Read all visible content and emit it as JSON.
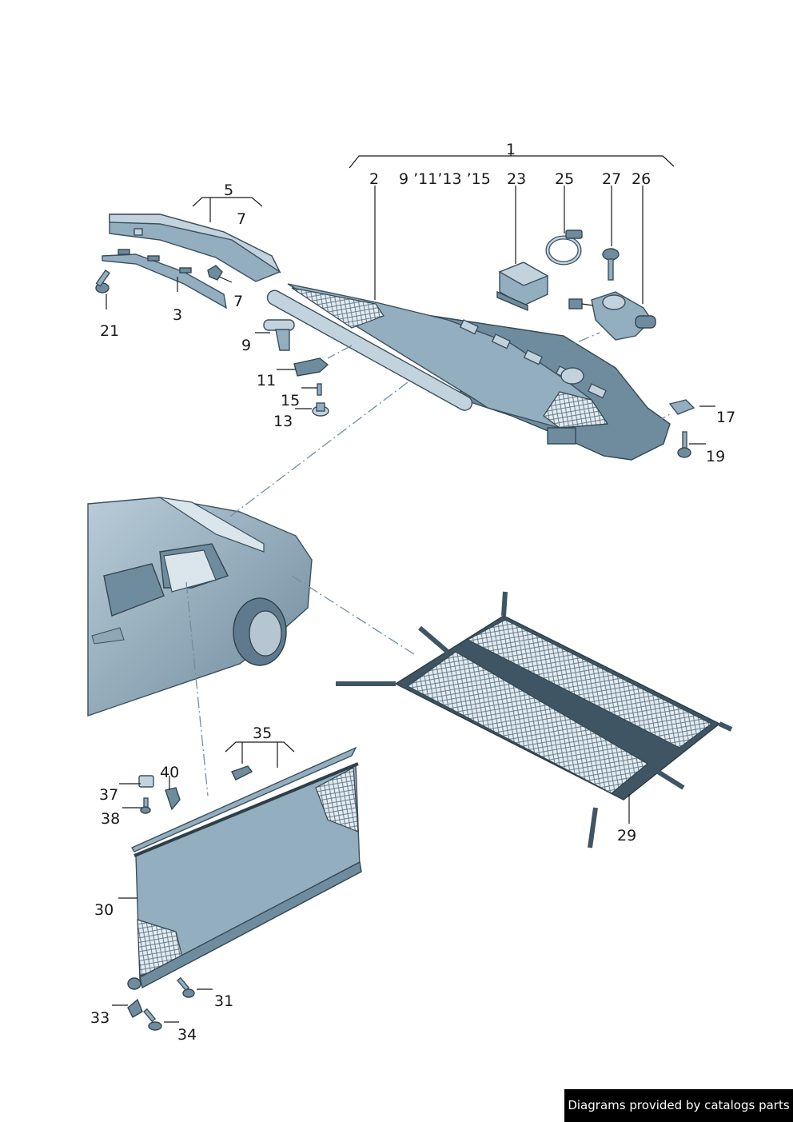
{
  "labels": {
    "l1": "1",
    "l2": "2",
    "l9group": "9 ’11’13 ’15",
    "l23": "23",
    "l25": "25",
    "l27": "27",
    "l26": "26",
    "l5": "5",
    "l7a": "7",
    "l7b": "7",
    "l3": "3",
    "l21": "21",
    "l9": "9",
    "l11": "11",
    "l15": "15",
    "l13": "13",
    "l17": "17",
    "l19": "19",
    "l29": "29",
    "l35": "35",
    "l40": "40",
    "l37": "37",
    "l38": "38",
    "l30": "30",
    "l31": "31",
    "l33": "33",
    "l34": "34"
  },
  "credit": "Diagrams provided by catalogs parts",
  "colors": {
    "part_fill": "#93aebf",
    "part_dark": "#6f8c9e",
    "outline": "#3b4f5c",
    "label": "#1a1a1a",
    "credit_bg": "#000000"
  }
}
